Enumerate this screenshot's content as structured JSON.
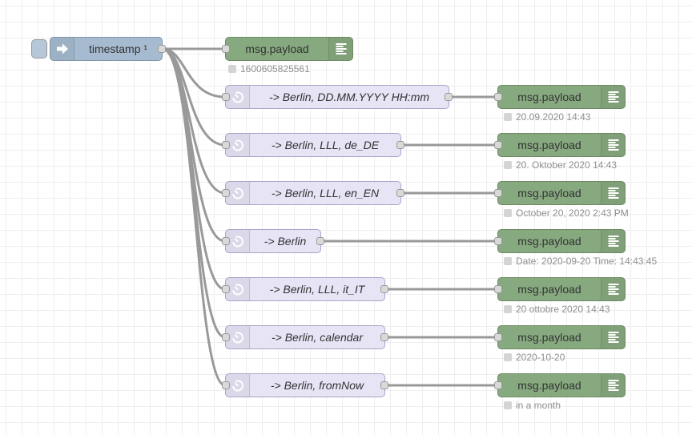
{
  "workspace": {
    "name": "node-red-flow-editor"
  },
  "inject_node": {
    "label": "timestamp ¹"
  },
  "top_debug": {
    "label": "msg.payload",
    "status": "1600605825561"
  },
  "moment_nodes": [
    {
      "label": "-> Berlin, DD.MM.YYYY HH:mm"
    },
    {
      "label": "-> Berlin, LLL, de_DE"
    },
    {
      "label": "-> Berlin, LLL, en_EN"
    },
    {
      "label": "-> Berlin"
    },
    {
      "label": "-> Berlin, LLL, it_IT"
    },
    {
      "label": "-> Berlin, calendar"
    },
    {
      "label": "-> Berlin, fromNow"
    }
  ],
  "debug_nodes": [
    {
      "label": "msg.payload",
      "status": "20.09.2020 14:43"
    },
    {
      "label": "msg.payload",
      "status": "20. Oktober 2020 14:43"
    },
    {
      "label": "msg.payload",
      "status": "October 20, 2020 2:43 PM"
    },
    {
      "label": "msg.payload",
      "status": "Date: 2020-09-20 Time: 14:43:45"
    },
    {
      "label": "msg.payload",
      "status": "20 ottobre 2020 14:43"
    },
    {
      "label": "msg.payload",
      "status": "2020-10-20"
    },
    {
      "label": "msg.payload",
      "status": "in a month"
    }
  ],
  "colors": {
    "canvas_bg": "#ffffff",
    "grid_line": "#eeeeee",
    "wire": "#999999",
    "inject_fill": "#a6bbcf",
    "inject_border": "#8095a7",
    "inject_button_fill": "#b6c8d7",
    "debug_fill": "#87a980",
    "debug_border": "#6e8a64",
    "debug_toggle_fill": "#e9efe6",
    "moment_fill": "#e7e4f6",
    "moment_border": "#aba4c9",
    "port_fill": "#d9d9d9",
    "port_border": "#999999",
    "label_text": "#333333",
    "status_text": "#8f8f8f",
    "status_icon_fill": "#d4d4d4"
  }
}
